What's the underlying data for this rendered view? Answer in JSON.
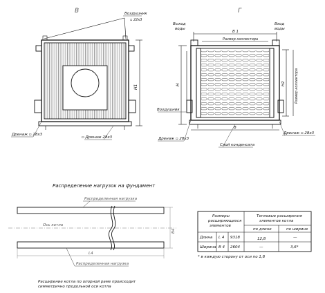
{
  "view_b": {
    "label": "В",
    "vent_label": "Воздушник",
    "vent_size": "▫ 22x3",
    "h1": "Н1",
    "drain_left": "Дренаж ▫ 28x3",
    "drain_right": "▫ Дренаж 28x3"
  },
  "view_g": {
    "label": "Г",
    "water_out": [
      "Выход",
      "воды"
    ],
    "water_in": [
      "Вход",
      "воды"
    ],
    "b1": "В 1",
    "manifold_size_h": "Размер коллектора",
    "h": "Н",
    "h2": "Н2",
    "manifold_size_v": "Размер коллектора",
    "b": "В",
    "vent_label": "Воздушник",
    "drain_left": "Дренаж ▫ 28x3",
    "drain_right": "Дренаж ▫ 28x3",
    "condensate": "Слой конденсата"
  },
  "loads": {
    "title": "Распределение нагрузок на фундамент",
    "top_label": "Распределенная нагрузка",
    "bottom_label": "Распределенная нагрузка",
    "axis_label": "Ось котла",
    "l4": "L4",
    "b4": "В4",
    "note": [
      "Расширение котла по опорной раме происходит",
      "симметрично продольной оси котла"
    ]
  },
  "table": {
    "head_col1": [
      "Размеры",
      "расширяющихся",
      "элементов"
    ],
    "head_group": [
      "Тепловые расширения",
      "элементов котла"
    ],
    "sub_len": "по длине",
    "sub_wid": "по ширине",
    "rows": [
      {
        "name": "Длина",
        "sym": "L 4",
        "val": "9318",
        "by_len": "12,8",
        "by_wid": "—"
      },
      {
        "name": "Ширина",
        "sym": "В 4",
        "val": "2604",
        "by_len": "—",
        "by_wid": "3,6*"
      }
    ],
    "footnote": "* в каждую сторону от оси по 1,8"
  }
}
